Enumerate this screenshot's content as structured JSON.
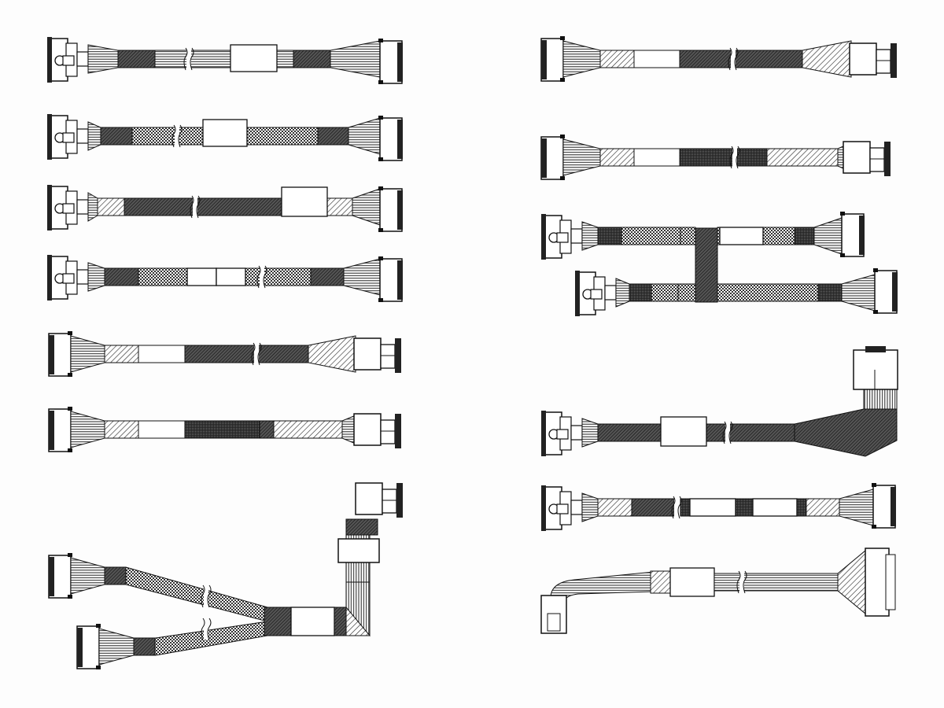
{
  "colors": {
    "background": "#fdfdfd",
    "line": "#111111",
    "dark_sleeve": "#3a3a3a",
    "label_box": "#ffffff"
  },
  "figure": {
    "kind": "cable assembly line drawings",
    "cable_count": 13,
    "sleeve_patterns": [
      "wires",
      "hatch",
      "checker",
      "dark",
      "white-label"
    ]
  }
}
